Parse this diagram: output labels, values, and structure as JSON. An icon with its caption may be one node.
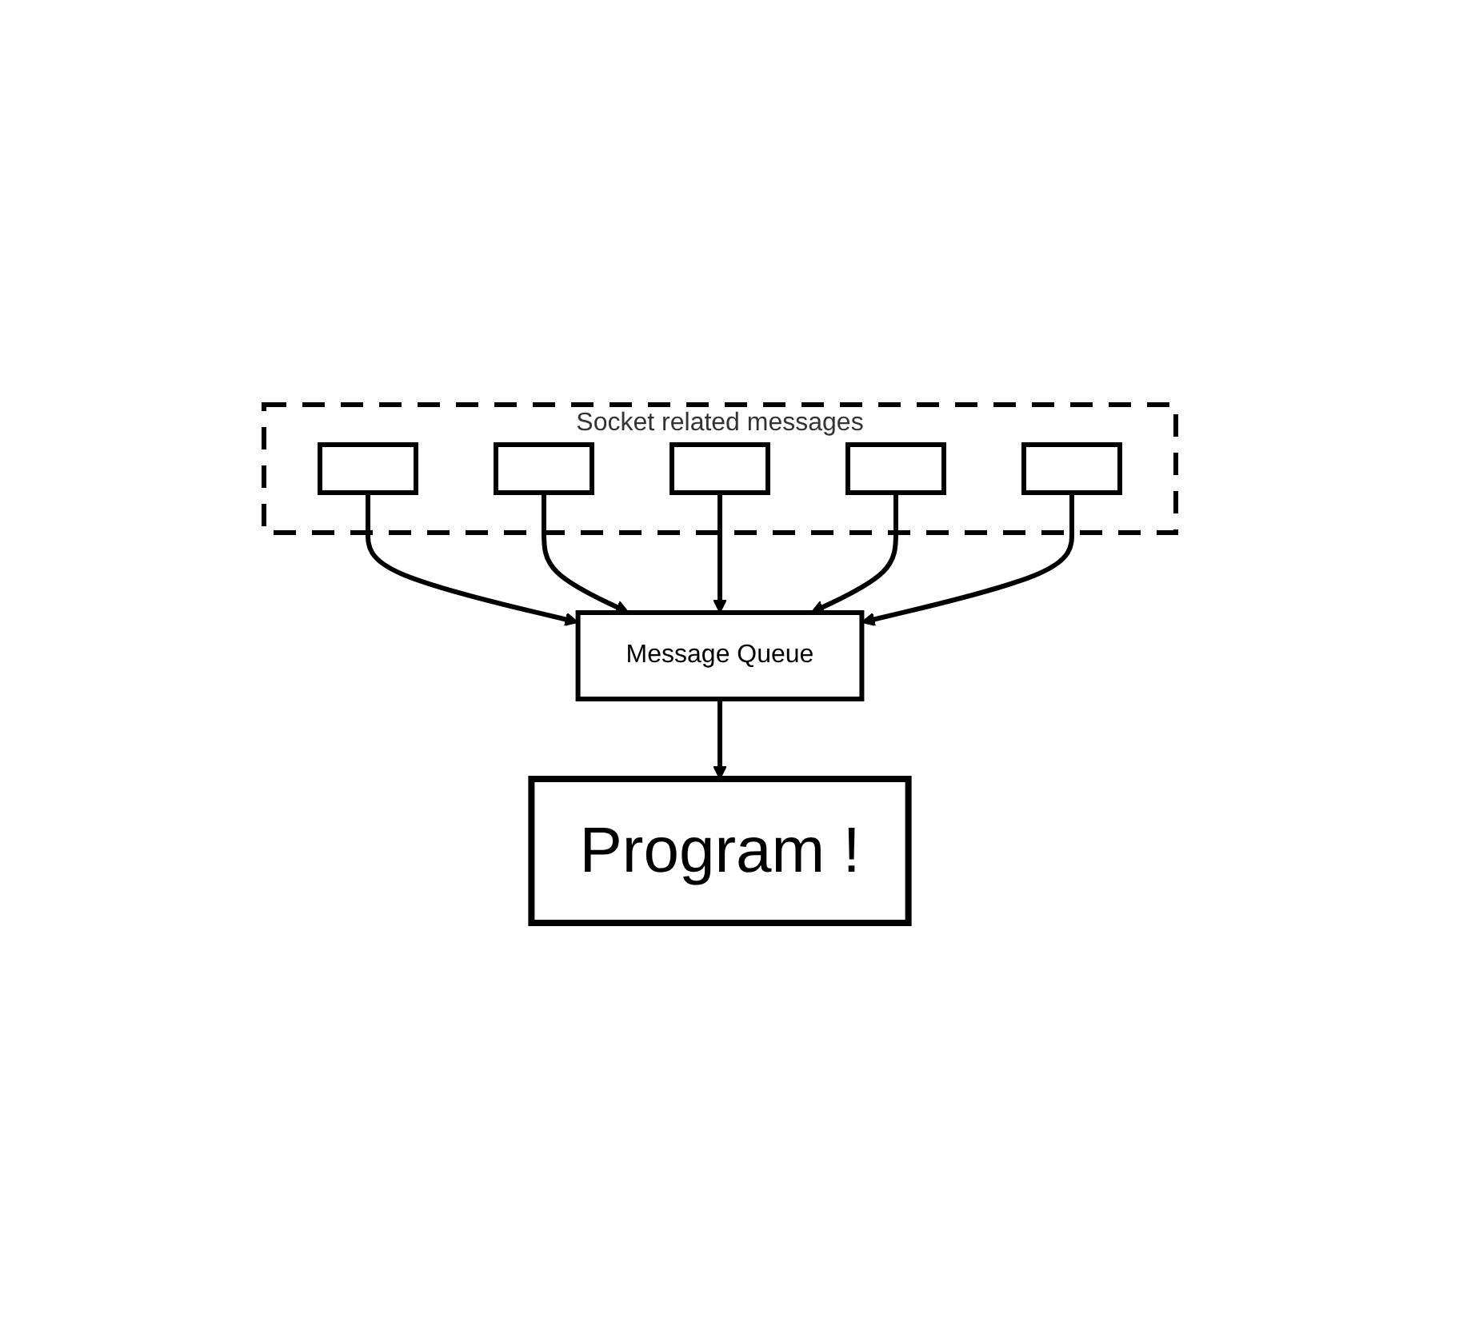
{
  "diagram": {
    "nodes": [
      {
        "text": [
          "Socket related messages"
        ]
      },
      {
        "text": [],
        "shape": "box",
        "in": 0
      },
      {
        "text": [],
        "shape": "box",
        "in": 0
      },
      {
        "text": [],
        "shape": "box",
        "in": 0
      },
      {
        "text": [],
        "shape": "box",
        "in": 0
      },
      {
        "text": [],
        "shape": "box",
        "in": 0
      },
      {
        "text": [
          "Message Queue"
        ]
      },
      {
        "text": [
          "Program !"
        ]
      }
    ],
    "edges": [
      {
        "from": 1,
        "to": 6,
        "arrow": "to"
      },
      {
        "from": 2,
        "to": 6,
        "arrow": "to"
      },
      {
        "from": 3,
        "to": 6,
        "arrow": "to"
      },
      {
        "from": 4,
        "to": 6,
        "arrow": "to"
      },
      {
        "from": 5,
        "to": 6,
        "arrow": "to"
      },
      {
        "from": 6,
        "to": 7,
        "arrow": "to"
      }
    ]
  }
}
